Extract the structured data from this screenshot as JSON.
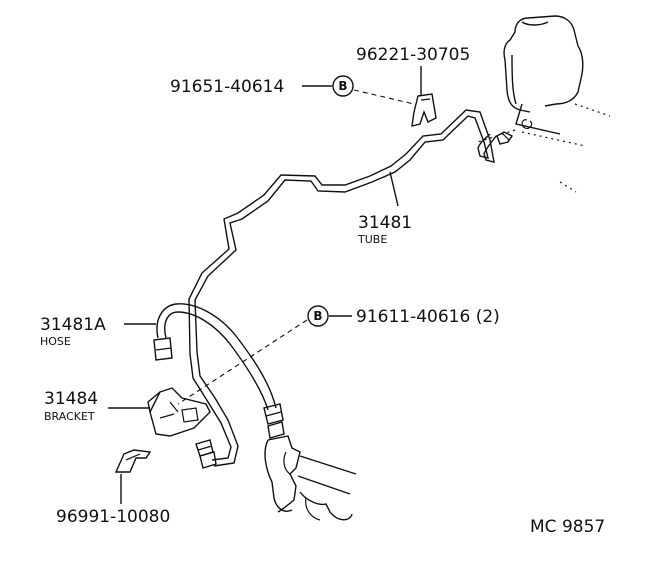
{
  "labels": {
    "tube": {
      "part": "31481",
      "name": "TUBE"
    },
    "hose": {
      "part": "31481A",
      "name": "HOSE"
    },
    "bracket": {
      "part": "31484",
      "name": "BRACKET"
    },
    "clip": {
      "part": "96221-30705"
    },
    "bolt_top": {
      "part": "91651-40614",
      "badge": "B"
    },
    "bolt_mid": {
      "part": "91611-40616 (2)",
      "badge": "B"
    },
    "pin": {
      "part": "96991-10080"
    },
    "reference": "MC 9857"
  },
  "icons": [
    "reservoir-icon",
    "slave-cylinder-icon",
    "clip-icon",
    "bracket-icon",
    "pin-clip-icon",
    "flare-nut-icon"
  ]
}
